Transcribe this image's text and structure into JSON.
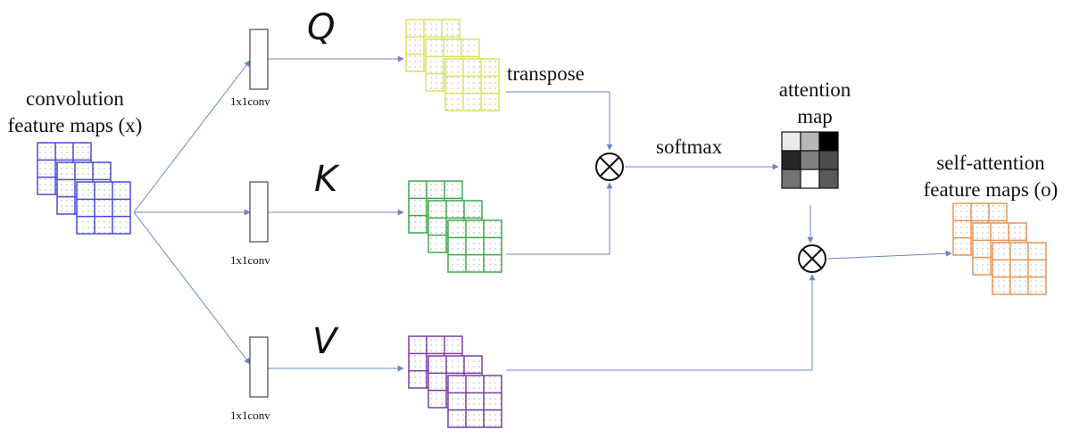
{
  "input_label": {
    "line1": "convolution",
    "line2": "feature maps (x)"
  },
  "conv_label": "1x1conv",
  "branch_letters": {
    "q": "Q",
    "k": "K",
    "v": "V"
  },
  "transpose_label": "transpose",
  "softmax_label": "softmax",
  "attention_map_label": {
    "line1": "attention",
    "line2": "map"
  },
  "output_label": {
    "line1": "self-attention",
    "line2": "feature maps (o)"
  },
  "colors": {
    "input": "#4a4adf",
    "query": "#dce25a",
    "key": "#3fa84f",
    "value": "#7a3fa3",
    "output": "#e8955a",
    "arrow": "#6f86c4"
  },
  "attention_map_cells": [
    0.92,
    0.72,
    0.0,
    0.15,
    0.5,
    0.3,
    0.45,
    1.0,
    0.35
  ],
  "operators": {
    "multiply": "⊗"
  }
}
